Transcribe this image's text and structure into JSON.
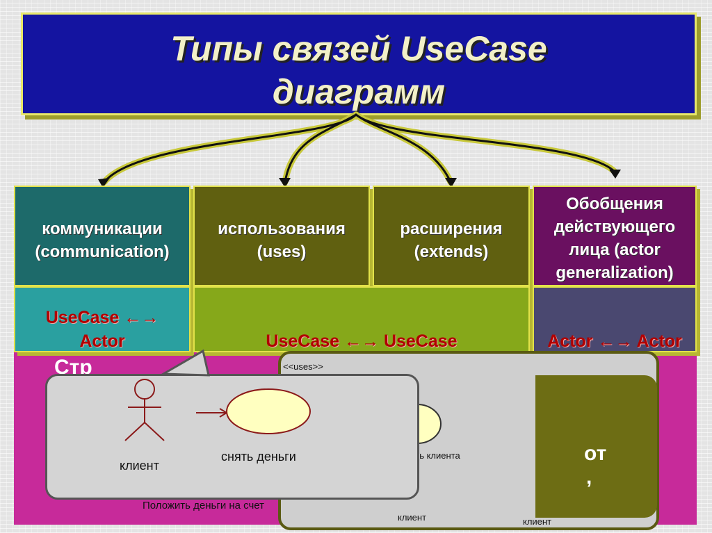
{
  "title": {
    "line1": "Типы связей UseCase",
    "line2": "диаграмм"
  },
  "categories": [
    {
      "name": "коммуникации",
      "sub": "(communication)"
    },
    {
      "name": "использования",
      "sub": "(uses)"
    },
    {
      "name": "расширения",
      "sub": "(extends)"
    },
    {
      "lines": [
        "Обобщения",
        "действующего",
        "лица (actor",
        "generalization)"
      ]
    }
  ],
  "relations": {
    "communication": {
      "line1": "UseCase ←→",
      "line2": "Actor"
    },
    "uses_extends": "UseCase ←→ UseCase",
    "generalization": "Actor ←→ Actor"
  },
  "diagram": {
    "actor_label": "клиент",
    "use_case_label": "снять деньги",
    "put_money_label": "Положить деньги на счет",
    "uses_stereotype": "<<uses>>",
    "partial_check_label": "ить клиента",
    "client_label_2": "клиент",
    "client_label_3": "клиент",
    "partial_text_1": "Стр",
    "partial_text_2": "от",
    "partial_text_3": ","
  },
  "colors": {
    "title_bg": "#1414a0",
    "communication_bg": "#1d6a6a",
    "uses_bg": "#606010",
    "generalization_bg": "#6a1060",
    "relation_text": "#b00000"
  }
}
